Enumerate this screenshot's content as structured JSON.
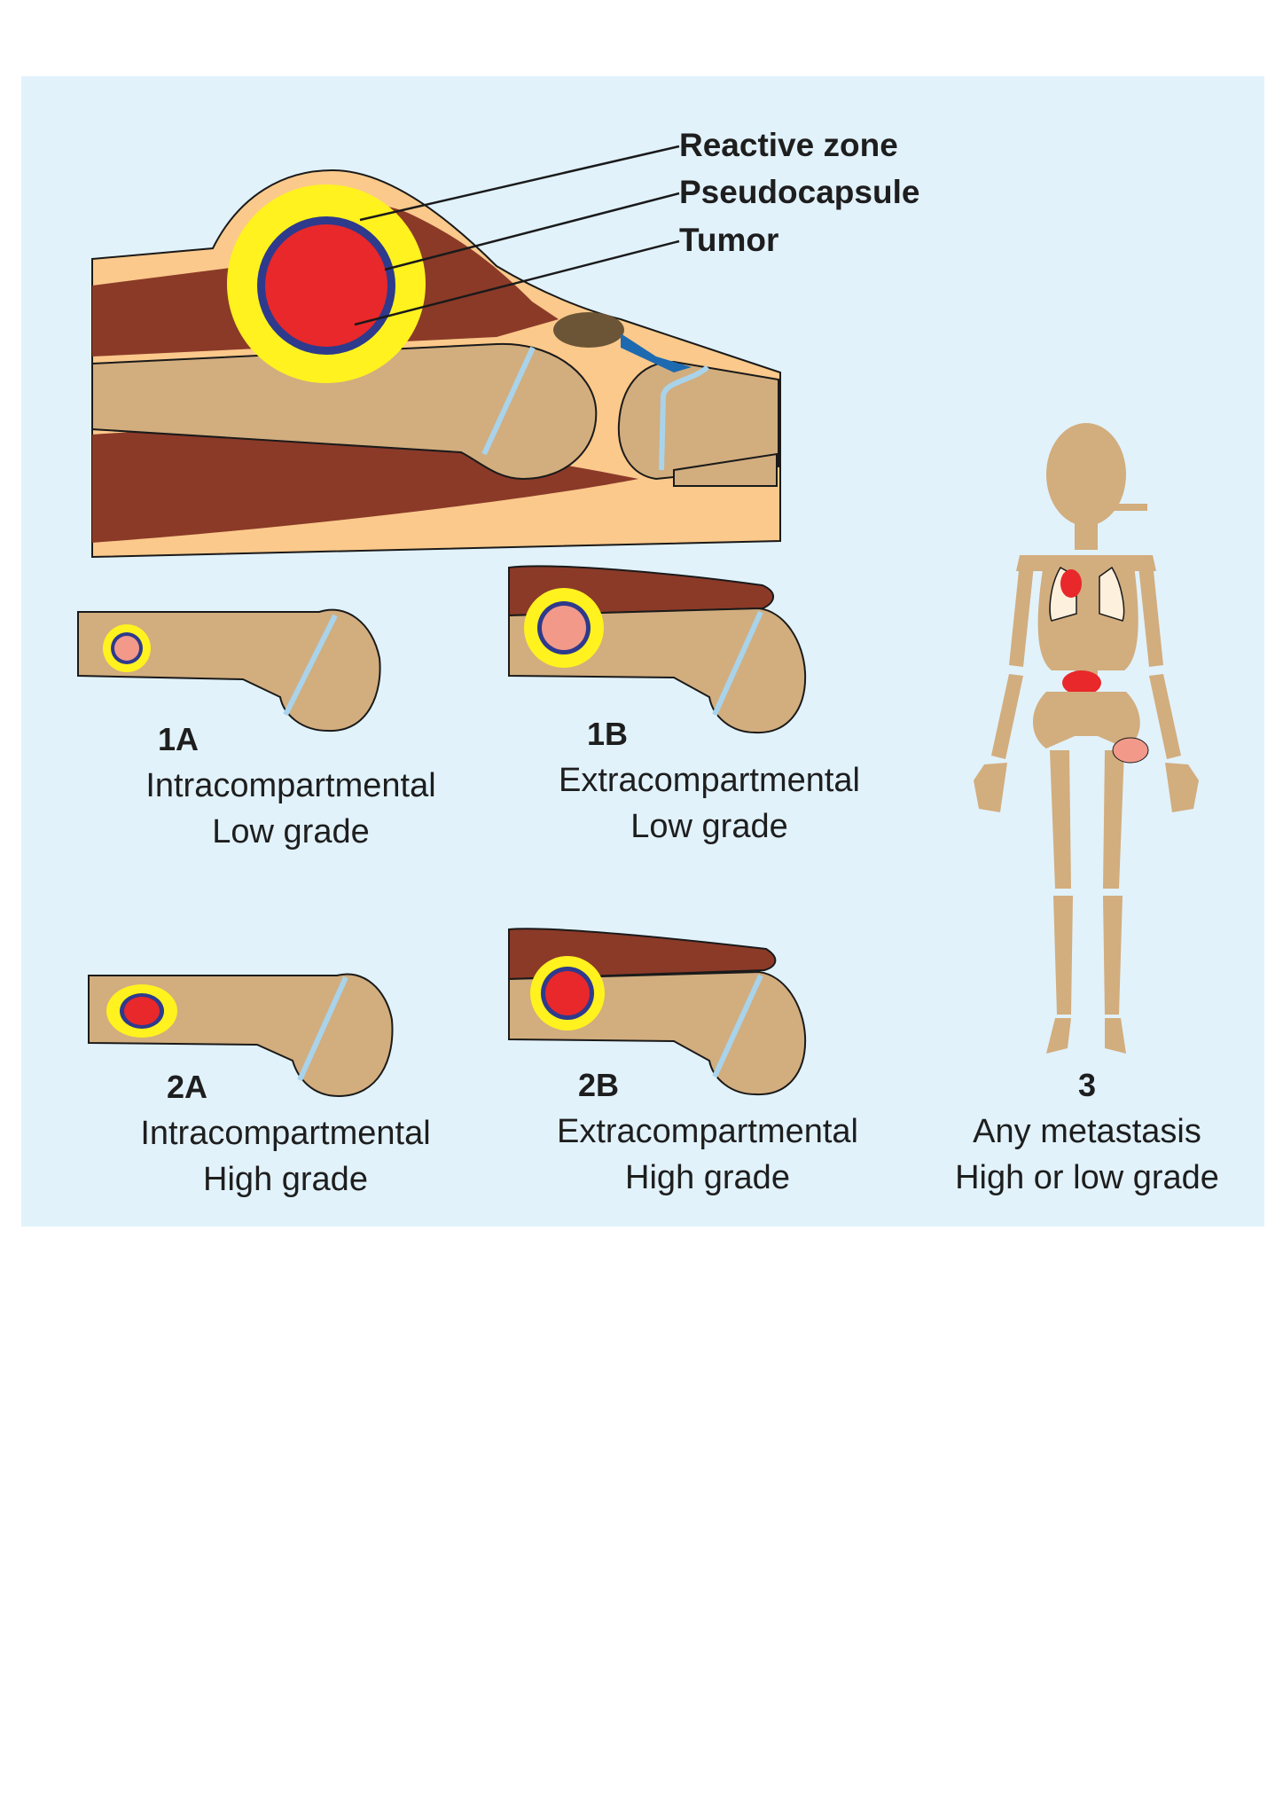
{
  "callouts": {
    "reactive_zone": "Reactive zone",
    "pseudocapsule": "Pseudocapsule",
    "tumor": "Tumor"
  },
  "stages": [
    {
      "code": "1A",
      "line1": "Intracompartmental",
      "line2": "Low grade"
    },
    {
      "code": "1B",
      "line1": "Extracompartmental",
      "line2": "Low grade"
    },
    {
      "code": "2A",
      "line1": "Intracompartmental",
      "line2": "High grade"
    },
    {
      "code": "2B",
      "line1": "Extracompartmental",
      "line2": "High grade"
    },
    {
      "code": "3",
      "line1": "Any metastasis",
      "line2": "High or low grade"
    }
  ],
  "colors": {
    "background": "#e1f2fb",
    "skin": "#fbc98b",
    "muscle": "#8b3a28",
    "bone": "#d2ad7e",
    "reactive_zone": "#fff21f",
    "pseudocapsule": "#2e3a8c",
    "tumor_high_grade": "#e8282a",
    "tumor_low_grade": "#f2998a",
    "growth_plate": "#a9d3ea"
  }
}
